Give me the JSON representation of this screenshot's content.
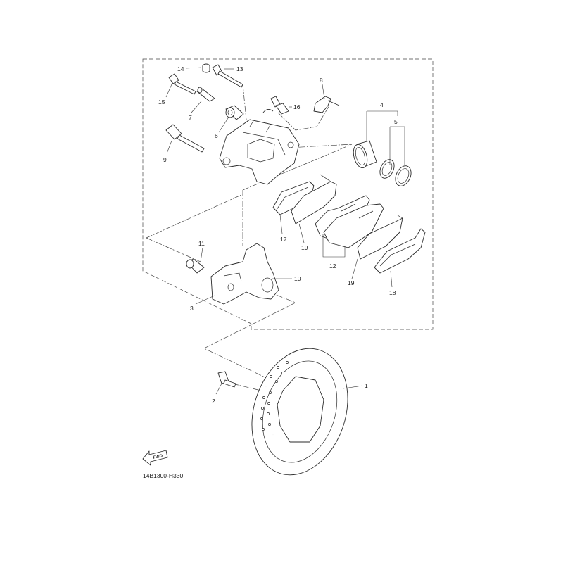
{
  "diagram": {
    "code": "14B1300-H330",
    "fwd_label": "FWD",
    "callouts": [
      {
        "id": "c1",
        "text": "1"
      },
      {
        "id": "c2",
        "text": "2"
      },
      {
        "id": "c3",
        "text": "3"
      },
      {
        "id": "c4",
        "text": "4"
      },
      {
        "id": "c5",
        "text": "5"
      },
      {
        "id": "c6",
        "text": "6"
      },
      {
        "id": "c7",
        "text": "7"
      },
      {
        "id": "c8",
        "text": "8"
      },
      {
        "id": "c9",
        "text": "9"
      },
      {
        "id": "c10",
        "text": "10"
      },
      {
        "id": "c11",
        "text": "11"
      },
      {
        "id": "c12",
        "text": "12"
      },
      {
        "id": "c13",
        "text": "13"
      },
      {
        "id": "c14",
        "text": "14"
      },
      {
        "id": "c15",
        "text": "15"
      },
      {
        "id": "c16",
        "text": "16"
      },
      {
        "id": "c17",
        "text": "17"
      },
      {
        "id": "c18",
        "text": "18"
      },
      {
        "id": "c19a",
        "text": "19"
      },
      {
        "id": "c19b",
        "text": "19"
      }
    ]
  }
}
